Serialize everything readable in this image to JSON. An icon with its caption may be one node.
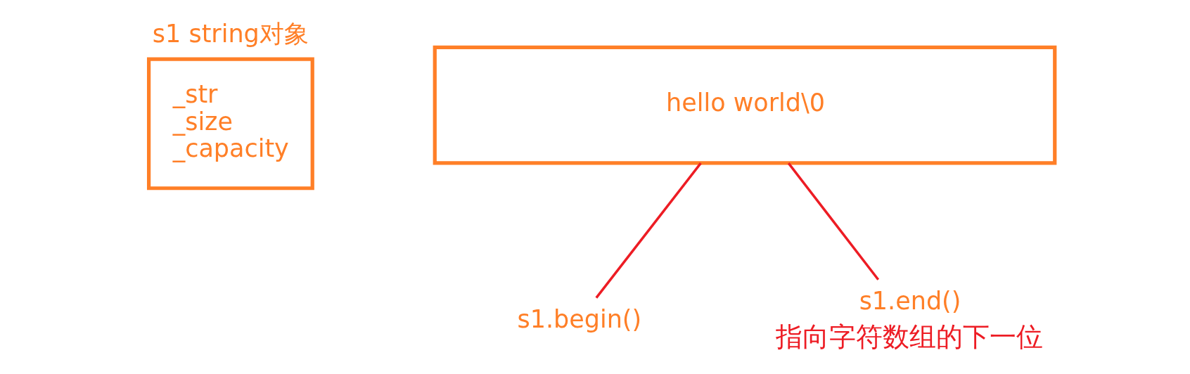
{
  "diagram": {
    "nodes": [
      {
        "text": [
          "s1 string对象",
          "_str",
          "_size",
          "_capacity"
        ]
      },
      {
        "text": [
          "hello world\\0"
        ]
      },
      {
        "text": [
          "s1.begin()"
        ]
      },
      {
        "text": [
          "s1.end()"
        ],
        "beside": [
          "指向字符数组的下一位"
        ]
      }
    ],
    "edges": [
      {
        "from": 2,
        "to": 1,
        "arrow": "none"
      },
      {
        "from": 3,
        "to": 1,
        "arrow": "none"
      }
    ]
  }
}
